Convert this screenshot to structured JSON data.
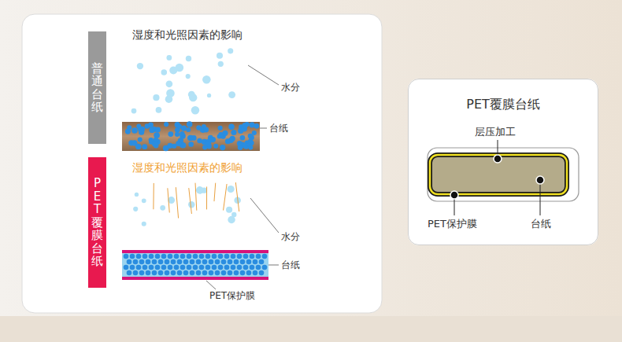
{
  "diagram": {
    "nodes": [
      {
        "text": [
          "普通台纸"
        ]
      },
      {
        "text": [
          "PET覆膜台纸"
        ]
      },
      {
        "text": [
          "PET覆膜台纸"
        ]
      }
    ],
    "labels": [
      "湿度和光照因素的影响",
      "水分",
      "台纸",
      "湿度和光照因素的影响",
      "水分",
      "台纸",
      "PET保护膜",
      "层压加工",
      "PET保护膜",
      "台纸"
    ]
  }
}
